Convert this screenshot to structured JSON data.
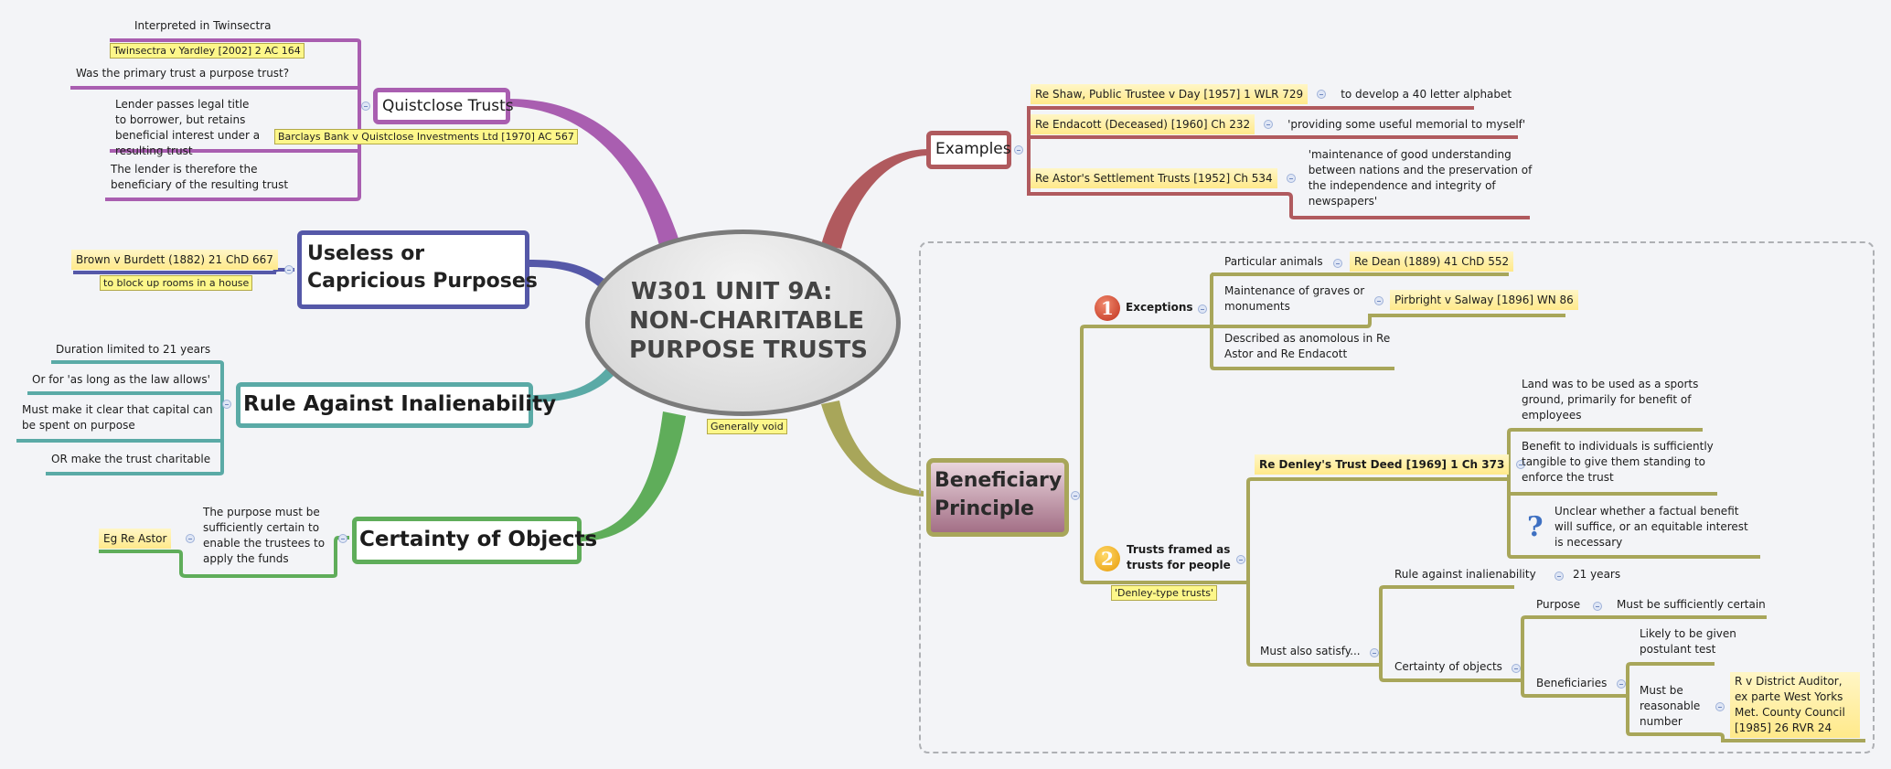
{
  "central": {
    "title_lines": [
      "W301 UNIT 9A:",
      "NON-CHARITABLE",
      "PURPOSE TRUSTS"
    ],
    "note": "Generally void"
  },
  "colors": {
    "quistclose": "#a95eb0",
    "useless": "#5558a8",
    "inalienability": "#5aaaa6",
    "certainty": "#5fad5a",
    "examples": "#b05a5e",
    "beneficiary": "#a8a65a",
    "case_highlight": "#ffe98a",
    "note_yellow": "#fdf78a"
  },
  "quistclose": {
    "title": "Quistclose Trusts",
    "note": "Barclays Bank v Quistclose Investments Ltd [1970] AC 567",
    "children": [
      {
        "text": "Interpreted in Twinsectra",
        "note": "Twinsectra v Yardley [2002] 2 AC 164"
      },
      {
        "text": "Was the primary trust a purpose trust?"
      },
      {
        "text": "Lender passes legal title to borrower, but retains beneficial interest under a resulting trust"
      },
      {
        "text": "The lender is therefore the beneficiary of the resulting trust"
      }
    ]
  },
  "useless": {
    "title_lines": [
      "Useless or",
      "Capricious Purposes"
    ],
    "case": "Brown v Burdett (1882) 21 ChD 667",
    "note": "to block up rooms in a house"
  },
  "inalienability": {
    "title": "Rule Against Inalienability",
    "children": [
      "Duration limited to 21 years",
      "Or for 'as long as the law allows'",
      "Must make it clear that capital can be spent on purpose",
      "OR make the trust charitable"
    ]
  },
  "certainty": {
    "title": "Certainty of Objects",
    "child": "The purpose must be sufficiently certain to enable the trustees to apply the funds",
    "case": "Eg Re Astor"
  },
  "examples": {
    "title": "Examples",
    "items": [
      {
        "case": "Re Shaw, Public Trustee v Day [1957] 1 WLR 729",
        "detail": "to develop a 40 letter alphabet"
      },
      {
        "case": "Re Endacott (Deceased) [1960] Ch 232",
        "detail": "'providing some useful memorial to myself'"
      },
      {
        "case": "Re Astor's Settlement Trusts [1952] Ch 534",
        "detail": "'maintenance of good understanding between nations and the preservation of the independence and integrity of newspapers'"
      }
    ]
  },
  "beneficiary": {
    "title_lines": [
      "Beneficiary",
      "Principle"
    ],
    "exceptions": {
      "badge": "1",
      "title": "Exceptions",
      "items": [
        {
          "text": "Particular animals",
          "case": "Re Dean (1889) 41 ChD 552"
        },
        {
          "text": "Maintenance of graves or monuments",
          "case": "Pirbright v Salway [1896] WN 86"
        },
        {
          "text": "Described as anomolous in Re Astor and Re Endacott"
        }
      ]
    },
    "trusts_for_people": {
      "badge": "2",
      "title": "Trusts framed as trusts for people",
      "note": "'Denley-type trusts'",
      "denley": {
        "case": "Re Denley's Trust Deed [1969] 1 Ch 373",
        "points": [
          "Land was to be used as a sports ground, primarily for benefit of employees",
          "Benefit to individuals is sufficiently tangible to give them standing to enforce the trust",
          "Unclear whether a factual benefit will suffice, or an equitable interest is necessary"
        ],
        "question_icon": "question-icon"
      },
      "must_also": {
        "label": "Must also satisfy...",
        "rule": {
          "label": "Rule against inalienability",
          "value": "21 years"
        },
        "certainty": {
          "label": "Certainty of objects",
          "purpose": {
            "label": "Purpose",
            "value": "Must be sufficiently certain"
          },
          "beneficiaries": {
            "label": "Beneficiaries",
            "postulant": "Likely to be given postulant test",
            "reasonable": "Must be reasonable number",
            "case": "R v District Auditor, ex parte West Yorks Met. County Council [1985] 26 RVR 24"
          }
        }
      }
    }
  }
}
